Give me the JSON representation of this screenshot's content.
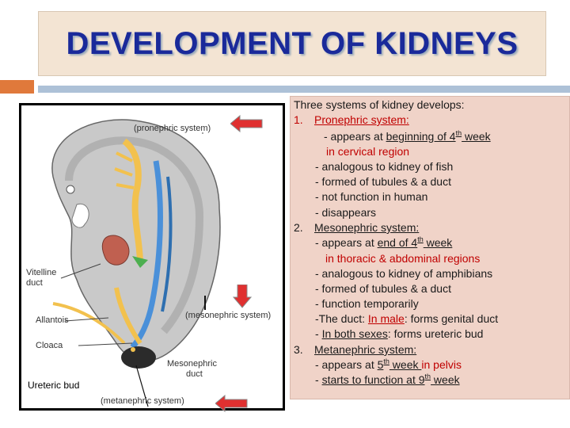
{
  "title": "DEVELOPMENT OF KIDNEYS",
  "figure": {
    "labels": {
      "pronephric": "(pronephric system)",
      "vitelline": "Vitelline\nduct",
      "vitelline1": "Vitelline",
      "vitelline2": "duct",
      "allantois": "Allantois",
      "mesonephric": "(mesonephric system)",
      "cloaca": "Cloaca",
      "mesonephric_duct1": "Mesonephric",
      "mesonephric_duct2": "duct",
      "metanephric": "(metanephric system)"
    },
    "ureteric_bud": "Ureteric bud"
  },
  "content": {
    "intro": "Three systems of kidney develops:",
    "pronephric": {
      "num": "1.",
      "heading": "Pronephric system:",
      "l1a": "- appears at ",
      "l1b": "beginning of 4",
      "l1sup": "th",
      "l1c": " week",
      "l2": "in cervical region",
      "l3": "- analogous to kidney of fish",
      "l4": "- formed of tubules & a duct",
      "l5": "- not function in human",
      "l6": "- disappears"
    },
    "mesonephric": {
      "num": "2.",
      "heading": "Mesonephric system:",
      "l1a": "- appears at ",
      "l1b": "end of 4",
      "l1sup": "th",
      "l1c": " week",
      "l2": "in thoracic & abdominal regions",
      "l3": "- analogous to kidney of amphibians",
      "l4": "- formed of tubules & a duct",
      "l5": "- function temporarily",
      "l6a": "-The duct: ",
      "l6b": "In male",
      "l6c": ": forms genital duct",
      "l7a": "- ",
      "l7b": "In both sexes",
      "l7c": ": forms ureteric bud"
    },
    "metanephric": {
      "num": "3.",
      "heading": "Metanephric system:",
      "l1a": "- appears at ",
      "l1b": "5",
      "l1sup": "th",
      "l1c": " week ",
      "l1d": "in pelvis",
      "l2a": "- ",
      "l2b": "starts to function at 9",
      "l2sup": "th",
      "l2c": " week"
    }
  },
  "colors": {
    "title": "#1a2a9a",
    "accent_orange": "#e0793b",
    "accent_blue": "#adc1d7",
    "text_panel": "#f0d3c8",
    "highlight_red": "#c00000",
    "arrow_red": "#e03030"
  }
}
